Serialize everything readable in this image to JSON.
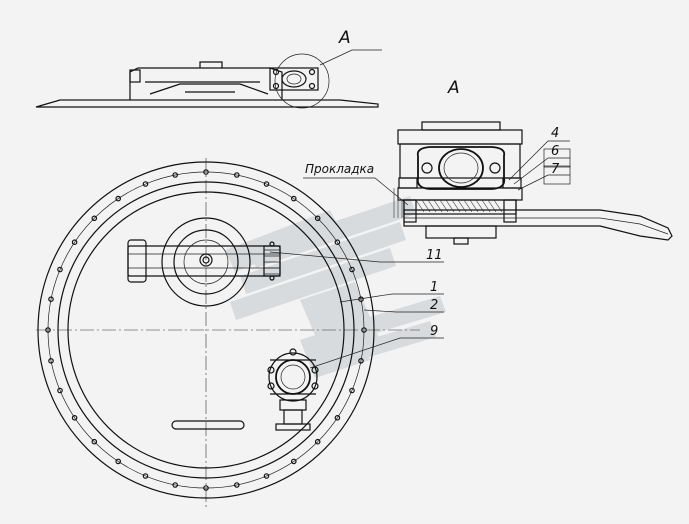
{
  "drawing": {
    "labels": {
      "view_marker_top": "A",
      "view_marker_detail": "A",
      "gasket_label": "Прокладка",
      "item_4": "4",
      "item_6": "6",
      "item_7": "7",
      "item_11": "11",
      "item_1": "1",
      "item_2": "2",
      "item_9": "9"
    },
    "colors": {
      "background": "#f3f3f3",
      "line": "#111111",
      "watermark": "#cfd3d6"
    },
    "watermark_icon": "chevron-logo-icon"
  }
}
